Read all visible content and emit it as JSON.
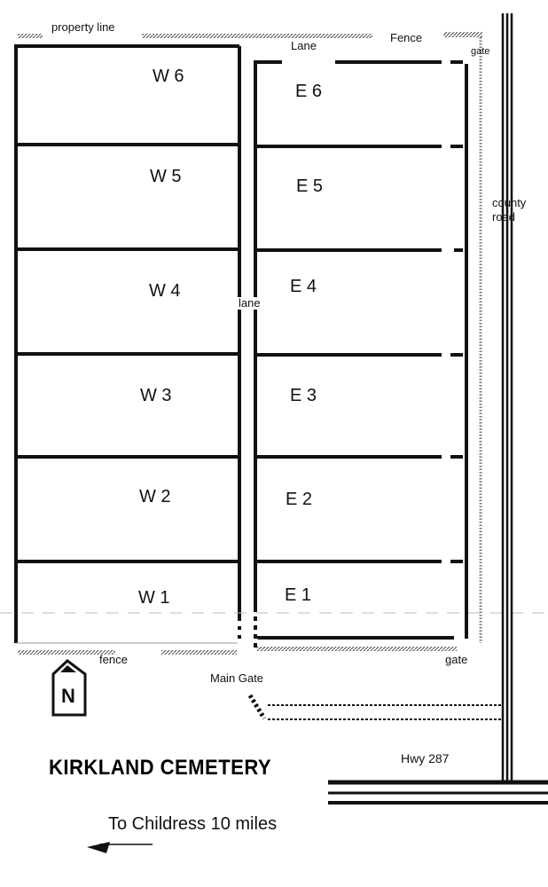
{
  "labels": {
    "property_line": "property line",
    "lane_top": "Lane",
    "fence_top": "Fence",
    "gate_top": "gate",
    "county_road_line1": "county",
    "county_road_line2": "road",
    "lane_middle": "lane",
    "fence_bottom": "fence",
    "gate_bottom": "gate",
    "main_gate": "Main Gate",
    "highway": "Hwy 287",
    "north": "N"
  },
  "title": "KIRKLAND CEMETERY",
  "destination": "To Childress 10 miles",
  "sections": {
    "west": [
      "W 6",
      "W 5",
      "W 4",
      "W 3",
      "W 2",
      "W 1"
    ],
    "east": [
      "E 6",
      "E 5",
      "E 4",
      "E 3",
      "E 2",
      "E 1"
    ]
  }
}
